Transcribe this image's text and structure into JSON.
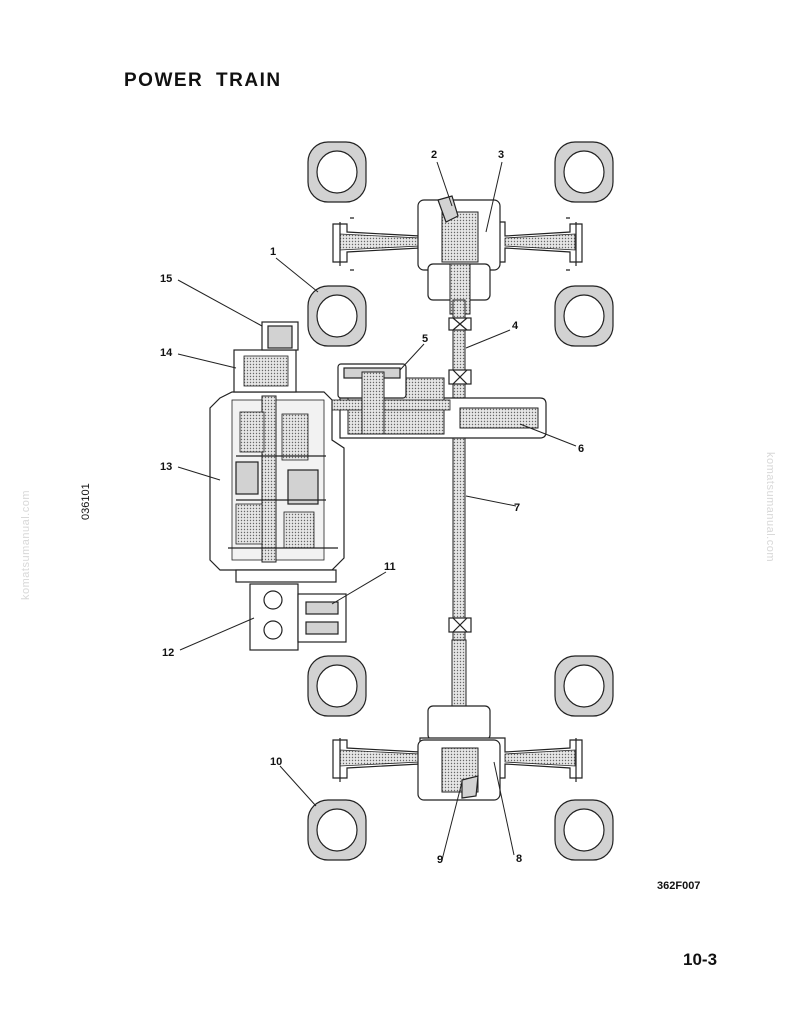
{
  "page": {
    "title": "POWER TRAIN",
    "document_code": "036101",
    "figure_code": "362F007",
    "page_number": "10-3",
    "watermark": "komatsumanual.com"
  },
  "diagram": {
    "callouts": [
      "1",
      "2",
      "3",
      "4",
      "5",
      "6",
      "7",
      "8",
      "9",
      "10",
      "11",
      "12",
      "13",
      "14",
      "15"
    ]
  }
}
